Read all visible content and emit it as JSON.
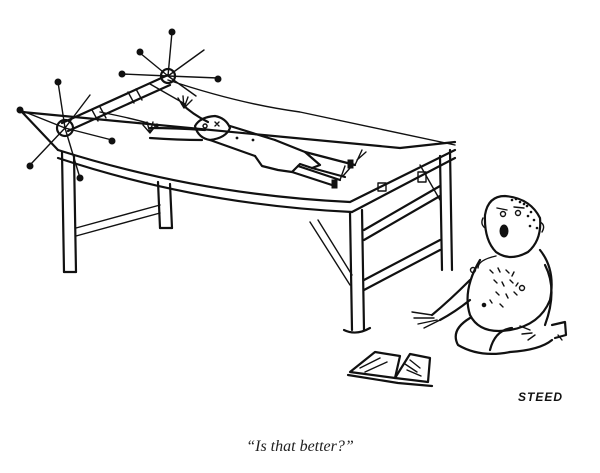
{
  "cartoon": {
    "caption": "“Is that better?”",
    "signature": "STEED",
    "scene": {
      "rack": "wooden torture rack with two wheeled windlasses",
      "stretched_figure": "thin man strapped and stretched on the rack",
      "kneeling_figure": "fat hairy man kneeling on the floor looking up",
      "book": "open book lying on the floor"
    },
    "colors": {
      "ink": "#111111",
      "background": "#ffffff"
    }
  }
}
